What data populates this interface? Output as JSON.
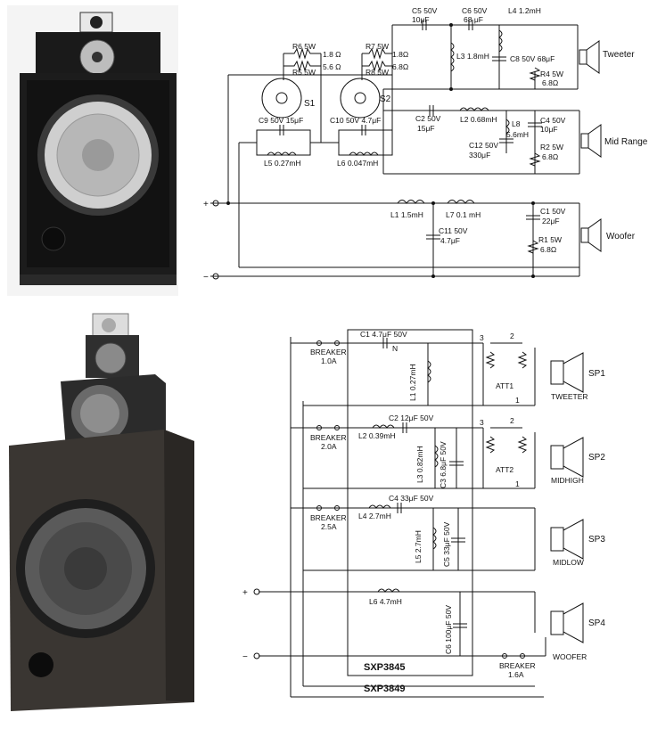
{
  "top": {
    "s1": "S1",
    "s2": "S2",
    "r6": "R6 5W",
    "r6v": "1.8 Ω",
    "r5": "R5 5W",
    "r5v": "5.6 Ω",
    "r7": "R7 5W",
    "r7v": "1.8Ω",
    "r8": "R8 5W",
    "r8v": "6.8Ω",
    "c9": "C9 50V 15μF",
    "c10": "C10 50V 4.7μF",
    "l5": "L5 0.27mH",
    "l6": "L6 0.047mH",
    "c5a": "C5 50V",
    "c5b": "10μF",
    "c6a": "C6 50V",
    "c6b": "68 μF",
    "l4": "L4 1.2mH",
    "l3": "L3 1.8mH",
    "c8": "C8 50V 68μF",
    "r4a": "R4 5W",
    "r4b": "6.8Ω",
    "tweeter": "Tweeter",
    "c2a": "C2 50V",
    "c2b": "15μF",
    "l2": "L2 0.68mH",
    "l8a": "L8",
    "l8b": "5.6mH",
    "c4a": "C4 50V",
    "c4b": "10μF",
    "c12a": "C12 50V",
    "c12b": "330μF",
    "r2a": "R2 5W",
    "r2b": "6.8Ω",
    "midrange": "Mid Range",
    "l1": "L1 1.5mH",
    "l7": "L7 0.1 mH",
    "c11a": "C11 50V",
    "c11b": "4.7μF",
    "c1a": "C1 50V",
    "c1b": "22μF",
    "r1a": "R1 5W",
    "r1b": "6.8Ω",
    "woofer": "Woofer",
    "plus": "+",
    "minus": "−"
  },
  "bottom": {
    "breaker1": "BREAKER",
    "breaker1v": "1.0A",
    "breaker2": "BREAKER",
    "breaker2v": "2.0A",
    "breaker3": "BREAKER",
    "breaker3v": "2.5A",
    "breaker4": "BREAKER",
    "breaker4v": "1.6A",
    "c1": "C1  4.7μF  50V",
    "l1": "L1  0.27mH",
    "c2": "C2  12μF  50V",
    "l2": "L2  0.39mH",
    "l3": "L3  0.82mH",
    "c3": "C3  6.8μF 50V",
    "c4": "C4  33μF  50V",
    "l4": "L4   2.7mH",
    "l5": "L5  2.7mH",
    "c5": "C5  33μF 50V",
    "l6": "L6   4.7mH",
    "c6": "C6  100μF  50V",
    "att1": "ATT1",
    "att2": "ATT2",
    "n3a": "3",
    "n2a": "2",
    "n1a": "1",
    "n3b": "3",
    "n2b": "2",
    "n1b": "1",
    "np": "N",
    "sp1": "SP1",
    "sp2": "SP2",
    "sp3": "SP3",
    "sp4": "SP4",
    "tweeter": "TWEETER",
    "midhigh": "MIDHIGH",
    "midlow": "MIDLOW",
    "woofer": "WOOFER",
    "sxp3845": "SXP3845",
    "sxp3849": "SXP3849",
    "plus": "+",
    "minus": "−"
  },
  "colors": {
    "ink": "#111111",
    "cabinet_dark": "#1a1a1a",
    "cone": "#bdbdbd",
    "wood": "#3a3632"
  }
}
